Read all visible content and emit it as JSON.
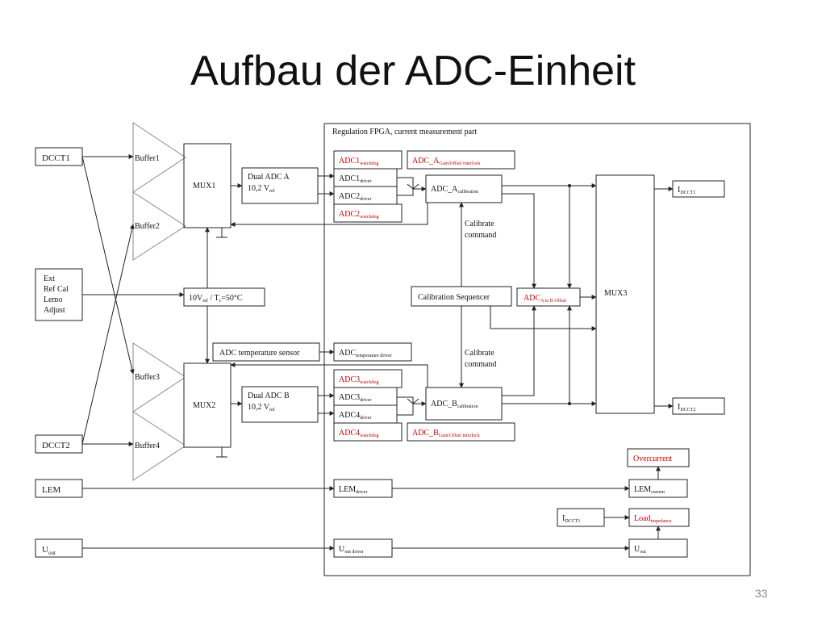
{
  "slide": {
    "title": "Aufbau der ADC-Einheit",
    "page_number": "33"
  },
  "colors": {
    "watchdog_text": "#c00000",
    "lines": "#222222"
  },
  "diagram": {
    "fpga_label": "Regulation FPGA, current measurement part",
    "inputs": {
      "dcct1": "DCCT1",
      "dcct2": "DCCT2",
      "ext_lines": [
        "Ext",
        "Ref Cal",
        "Lemo",
        "Adjust"
      ],
      "lem": "LEM",
      "uout": {
        "main": "U",
        "sub": "out"
      }
    },
    "buffers": [
      "Buffer1",
      "Buffer2",
      "Buffer3",
      "Buffer4"
    ],
    "mux1": "MUX1",
    "mux2": "MUX2",
    "mux3": "MUX3",
    "dual_adc_a": {
      "line1": "Dual ADC A",
      "line2_main": "10,2 V",
      "line2_sub": "ref"
    },
    "dual_adc_b": {
      "line1": "Dual ADC B",
      "line2_main": "10,2 V",
      "line2_sub": "ref"
    },
    "vref": {
      "p1": "10V",
      "p2": "ref",
      "p3": " / T",
      "p4": "c",
      "p5": "=50°C"
    },
    "adc_temp_sensor": "ADC temperature sensor",
    "adc_temp_driver": {
      "main": "ADC",
      "sub": "temperature driver"
    },
    "adc1_watchdog": {
      "main": "ADC1",
      "sub": "watchdog"
    },
    "adc1_driver": {
      "main": "ADC1",
      "sub": "driver"
    },
    "adc2_driver": {
      "main": "ADC2",
      "sub": "driver"
    },
    "adc2_watchdog": {
      "main": "ADC2",
      "sub": "watchdog"
    },
    "adc3_watchdog": {
      "main": "ADC3",
      "sub": "watchdog"
    },
    "adc3_driver": {
      "main": "ADC3",
      "sub": "driver"
    },
    "adc4_driver": {
      "main": "ADC4",
      "sub": "driver"
    },
    "adc4_watchdog": {
      "main": "ADC4",
      "sub": "watchdog"
    },
    "adc_a_interlock": {
      "main": "ADC_A",
      "sub": "Gain/Offset interlock"
    },
    "adc_b_interlock": {
      "main": "ADC_B",
      "sub": "Gain/Offset interlock"
    },
    "adc_a_calibration": {
      "main": "ADC_A",
      "sub": "calibration"
    },
    "adc_b_calibration": {
      "main": "ADC_B",
      "sub": "calibration"
    },
    "calibrate_command": [
      "Calibrate",
      "command"
    ],
    "calibration_sequencer": "Calibration Sequencer",
    "adc_a_to_b_offset": {
      "main": "ADC",
      "sub": "A to B Offset"
    },
    "idcct1": {
      "main": "I",
      "sub": "DCCT1"
    },
    "idcct2": {
      "main": "I",
      "sub": "DCCT2"
    },
    "overcurrent": "Overcurrent",
    "lem_driver": {
      "main": "LEM",
      "sub": "driver"
    },
    "lem_current": {
      "main": "LEM",
      "sub": "current"
    },
    "idcct1_small": {
      "main": "I",
      "sub": "DCCT1"
    },
    "load_impedance": {
      "main": "Load",
      "sub": "impedance"
    },
    "uout_driver": {
      "main": "U",
      "sub": "out driver"
    },
    "uout_final": {
      "main": "U",
      "sub": "out"
    }
  }
}
